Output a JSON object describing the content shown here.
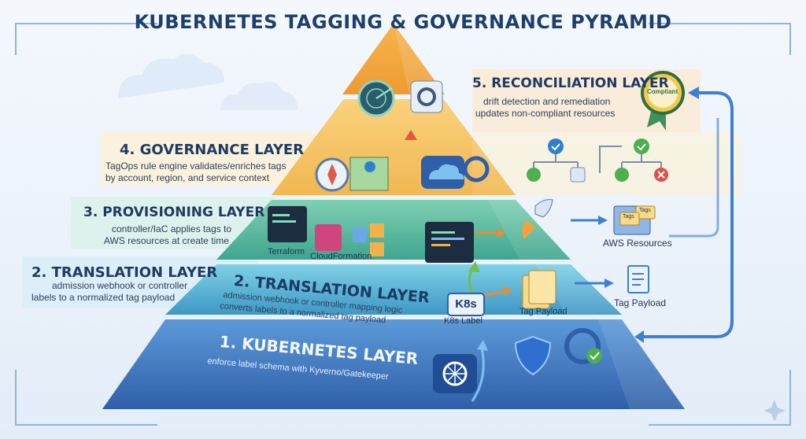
{
  "title": "KUBERNETES TAGGING & GOVERNANCE PYRAMID",
  "layers": {
    "reconciliation": {
      "heading": "5. RECONCILIATION LAYER",
      "desc_1": "drift detection and remediation",
      "desc_2": "updates non-compliant resources",
      "badge": "Compliant"
    },
    "governance": {
      "heading": "4. GOVERNANCE LAYER",
      "desc_1": "TagOps rule engine validates/enriches tags",
      "desc_2": "by account, region, and service context"
    },
    "provisioning": {
      "heading": "3. PROVISIONING LAYER",
      "desc_1": "controller/IaC applies tags to",
      "desc_2": "AWS resources at create time",
      "label_terraform": "Terraform",
      "label_cloudformation": "CloudFormation"
    },
    "translation_side": {
      "heading": "2. TRANSLATION LAYER",
      "desc_1": "admission webhook or controller",
      "desc_2": "labels to a normalized tag payload"
    },
    "translation_face": {
      "heading": "2. TRANSLATION LAYER",
      "desc_1": "admission webhook or controller mapping logic",
      "desc_2": "converts labels to a normalized tag payload",
      "k8s_badge": "K8s",
      "k8s_label": "K8s Label",
      "tag_payload": "Tag Payload"
    },
    "kubernetes": {
      "heading": "1. KUBERNETES LAYER",
      "desc": "enforce label schema with Kyverno/Gatekeeper"
    }
  },
  "outputs": {
    "aws_resources": "AWS Resources",
    "tags_1": "Tags",
    "tags_2": "Tags",
    "tag_payload": "Tag Payload"
  },
  "colors": {
    "title": "#1d3f6e",
    "layer5": "#f3a03a",
    "layer4": "#f7c46a",
    "layer3": "#58b9a4",
    "layer2": "#4aa5c9",
    "layer1": "#3a6fb8",
    "arrow": "#3d7fd1",
    "check": "#4caf50",
    "cross": "#e0504a"
  }
}
